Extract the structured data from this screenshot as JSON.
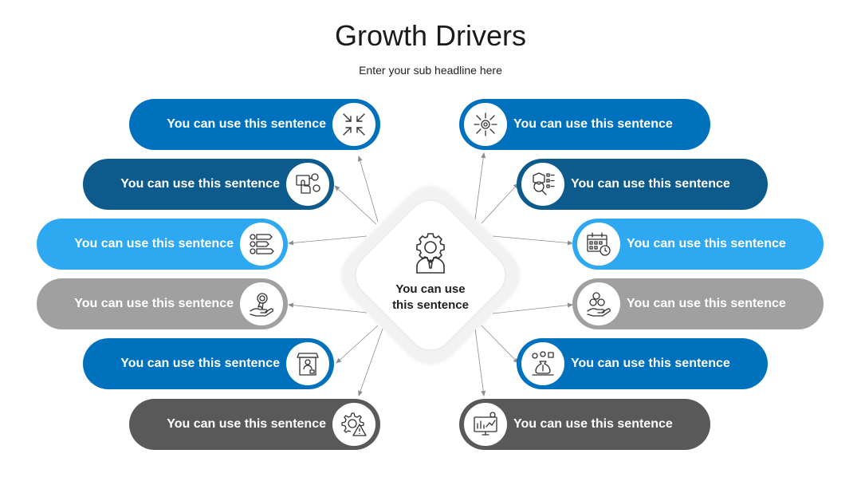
{
  "title": "Growth Drivers",
  "subtitle": "Enter your sub headline here",
  "center": {
    "text_line1": "You can use",
    "text_line2": "this sentence",
    "icon": "businessman-gear-icon"
  },
  "colors": {
    "blue": "#0071BC",
    "dark_blue": "#0D5A8C",
    "light_blue": "#2FA8F2",
    "gray": "#A0A0A0",
    "dark_gray": "#595959",
    "connector": "#8c8c8c"
  },
  "left_items": [
    {
      "label": "You can use this sentence",
      "icon": "arrows-inward-icon",
      "color": "#0071BC"
    },
    {
      "label": "You can use this sentence",
      "icon": "hand-touch-screen-icon",
      "color": "#0D5A8C"
    },
    {
      "label": "You can use this sentence",
      "icon": "numbered-list-icon",
      "color": "#2FA8F2"
    },
    {
      "label": "You can use this sentence",
      "icon": "hand-award-icon",
      "color": "#A0A0A0"
    },
    {
      "label": "You can use this sentence",
      "icon": "vending-kiosk-icon",
      "color": "#0071BC"
    },
    {
      "label": "You can use this sentence",
      "icon": "gear-warning-icon",
      "color": "#595959"
    }
  ],
  "right_items": [
    {
      "label": "You can use this sentence",
      "icon": "gear-arrows-outward-icon",
      "color": "#0071BC"
    },
    {
      "label": "You can use this sentence",
      "icon": "search-checklist-icon",
      "color": "#0D5A8C"
    },
    {
      "label": "You can use this sentence",
      "icon": "calendar-clock-icon",
      "color": "#2FA8F2"
    },
    {
      "label": "You can use this sentence",
      "icon": "hand-coins-icon",
      "color": "#A0A0A0"
    },
    {
      "label": "You can use this sentence",
      "icon": "money-bag-gears-icon",
      "color": "#0071BC"
    },
    {
      "label": "You can use this sentence",
      "icon": "analytics-monitor-icon",
      "color": "#595959"
    }
  ]
}
